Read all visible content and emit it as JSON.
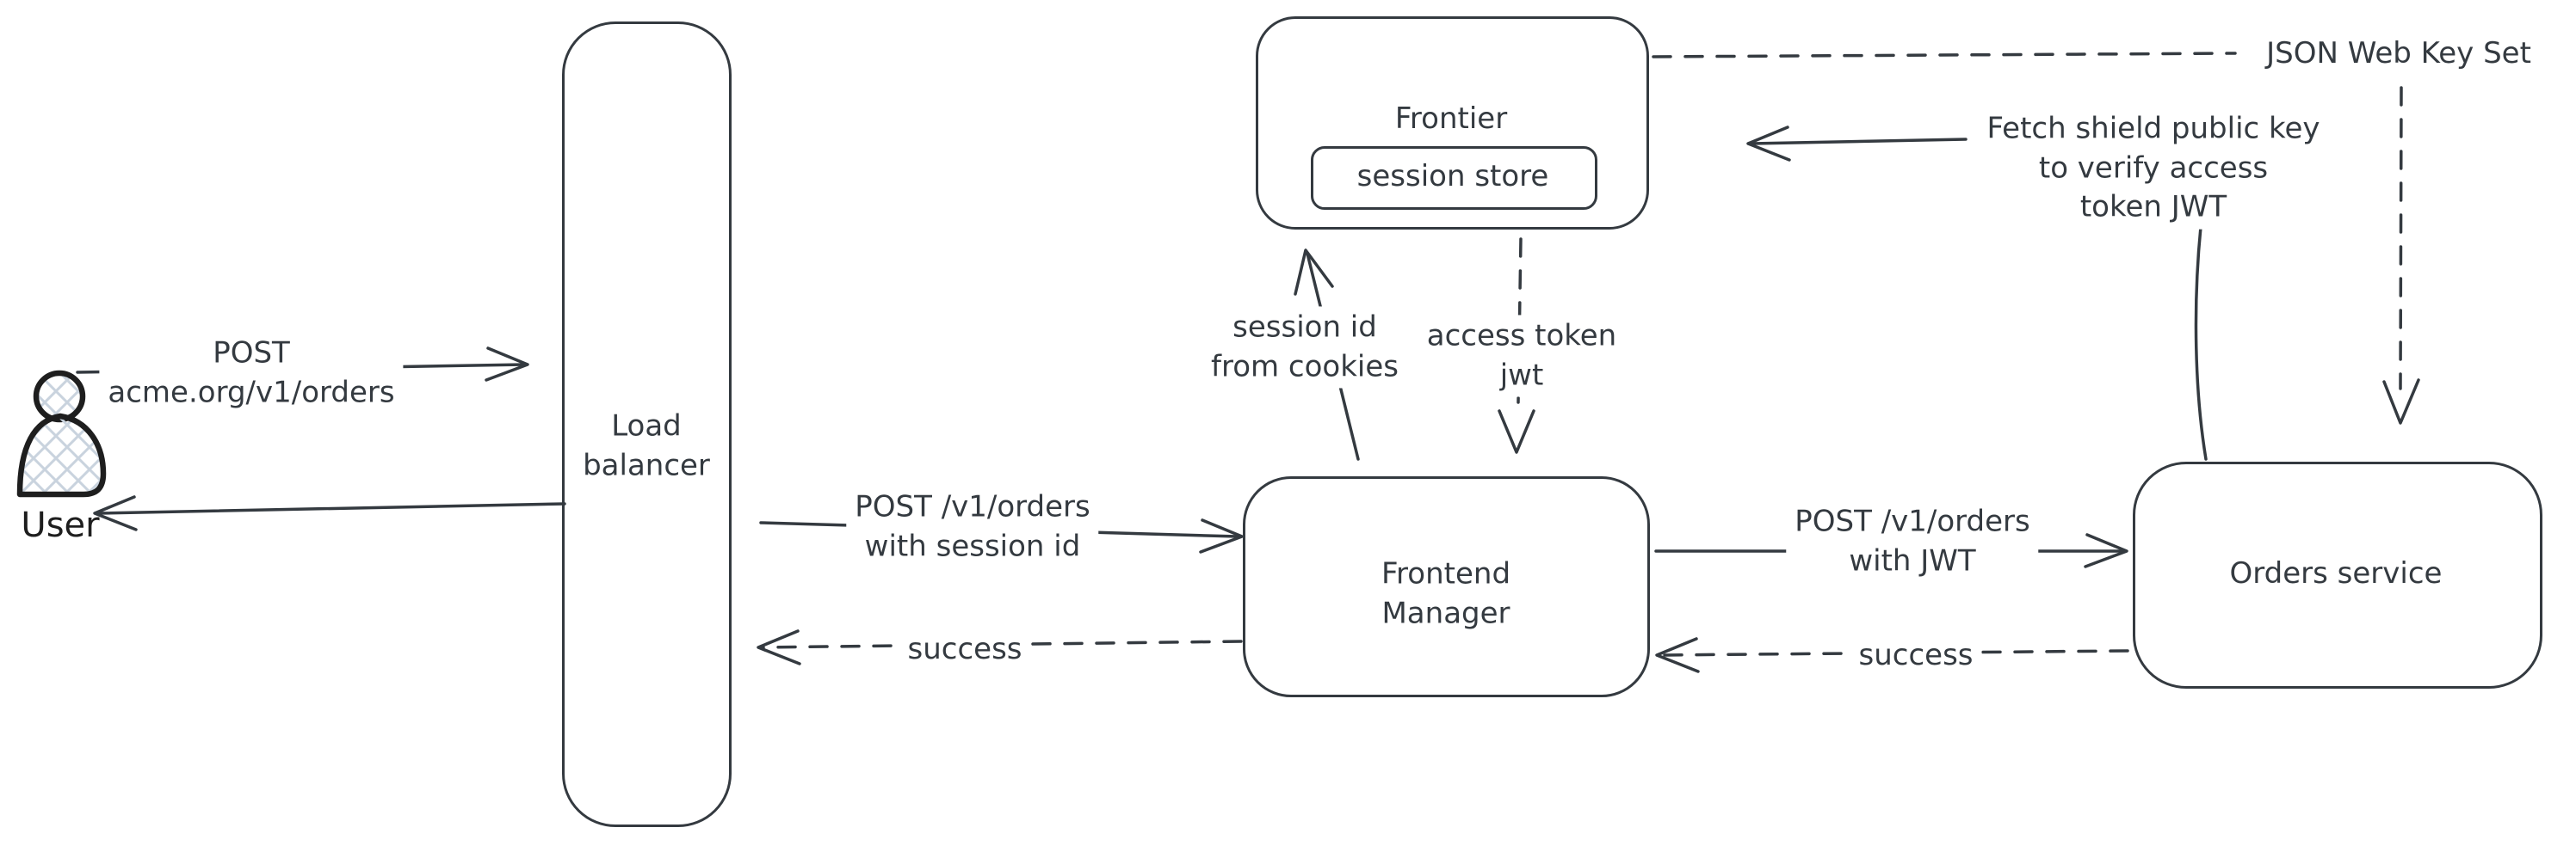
{
  "canvas": {
    "background": "#ffffff",
    "stroke_color": "#343a40",
    "user_stroke_color": "#1e1e1e",
    "hatch_color": "#c9d3de"
  },
  "nodes": {
    "user": {
      "label": "User",
      "icon": "user-icon"
    },
    "load_balancer": {
      "lines": [
        "Load",
        "balancer"
      ]
    },
    "frontier": {
      "title": "Frontier",
      "substore": {
        "label": "session store"
      }
    },
    "frontend_manager": {
      "lines": [
        "Frontend",
        "Manager"
      ]
    },
    "orders_service": {
      "label": "Orders service"
    },
    "json_web_key_set": {
      "label": "JSON Web Key Set"
    }
  },
  "edges": {
    "user_to_load_balancer": {
      "style": "solid",
      "lines": [
        "POST",
        "acme.org/v1/orders"
      ]
    },
    "load_balancer_to_user": {
      "style": "solid",
      "lines": []
    },
    "load_balancer_to_frontend_manager": {
      "style": "solid",
      "lines": [
        "POST /v1/orders",
        "with session id"
      ]
    },
    "frontend_manager_to_load_balancer": {
      "style": "dashed",
      "lines": [
        "success"
      ]
    },
    "frontend_manager_to_frontier": {
      "style": "solid",
      "lines": [
        "session id",
        "from cookies"
      ]
    },
    "frontier_to_frontend_manager": {
      "style": "dashed",
      "lines": [
        "access token",
        "jwt"
      ]
    },
    "frontend_manager_to_orders_service": {
      "style": "solid",
      "lines": [
        "POST /v1/orders",
        "with JWT"
      ]
    },
    "orders_service_to_frontend_manager": {
      "style": "dashed",
      "lines": [
        "success"
      ]
    },
    "frontier_to_json_web_key_set": {
      "style": "dashed",
      "lines": []
    },
    "json_web_key_set_to_orders_service": {
      "style": "dashed",
      "lines": []
    },
    "orders_service_to_frontier": {
      "style": "solid",
      "lines": [
        "Fetch shield public key",
        "to verify access",
        "token JWT"
      ]
    }
  }
}
